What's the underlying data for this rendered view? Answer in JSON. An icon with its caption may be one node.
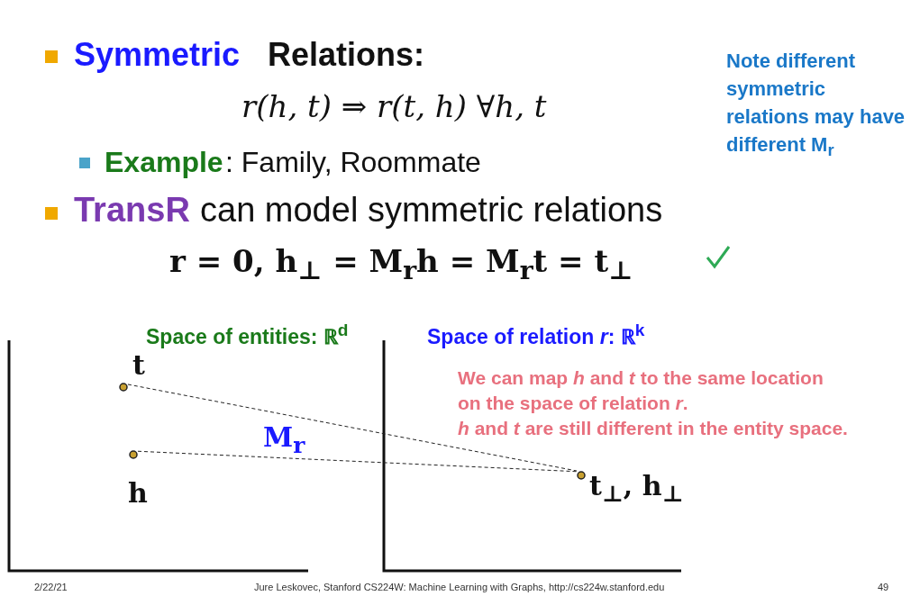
{
  "diagram": {
    "nodes": [
      {
        "text": [],
        "shape": "circle",
        "beside": [
          "t"
        ]
      },
      {
        "text": [],
        "shape": "circle",
        "beside": [
          "h"
        ]
      },
      {
        "text": [],
        "shape": "circle",
        "beside": [
          "t$_{⊥}$, h$_{⊥}$"
        ]
      }
    ],
    "edges": [
      {
        "from": 0,
        "to": 2,
        "arrow": "none",
        "style": "dashed"
      },
      {
        "from": 1,
        "to": 2,
        "arrow": "none",
        "style": "dashed"
      }
    ],
    "labels": [
      "Symmetric",
      "Relations:",
      "r(h, t) ⇒ r(t, h)   ∀h, t",
      "Note different symmetric relations may have different M$_{r}$",
      "Example",
      ": Family, Roommate",
      "TransR",
      "can model symmetric relations",
      "r = 0,  h$_{⊥}$ = M$_{r}$h = M$_{r}$t = t$_{⊥}$",
      "Space of entities: ℝ$^{d}$",
      "Space of relation *r*: ℝ$^{k}$",
      "We can map *h* and *t* to the same location",
      "on the space of relation *r*.",
      "*h* and *t* are still different in the entity space.",
      "M$_{r}$",
      "2/22/21",
      "Jure Leskovec, Stanford CS224W: Machine Learning with Graphs, http://cs224w.stanford.edu",
      "49"
    ]
  }
}
